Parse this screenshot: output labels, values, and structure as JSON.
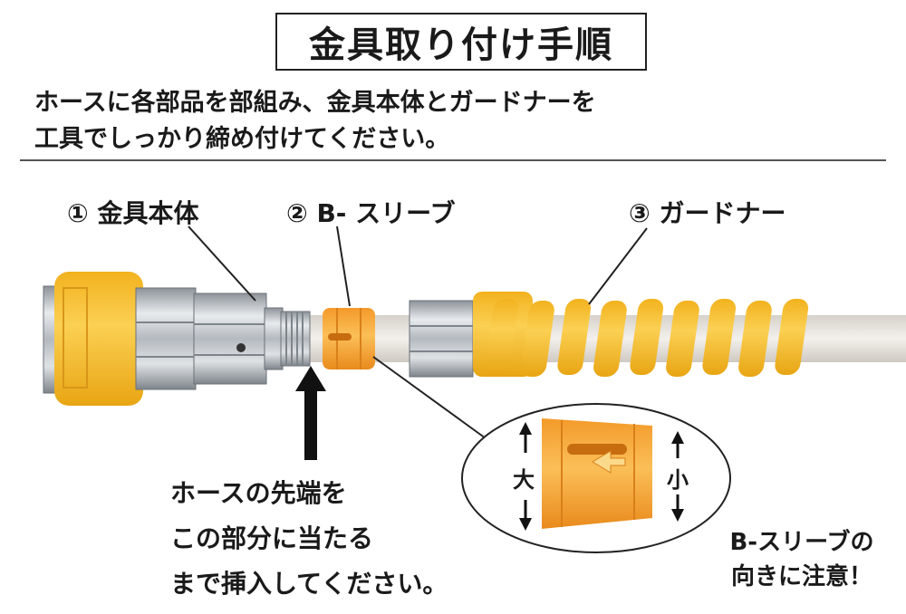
{
  "title": "金具取り付け手順",
  "instructions": [
    "ホースに各部品を部組み、金具本体とガードナーを",
    "工具でしっかり締め付けてください。"
  ],
  "parts": {
    "part1": "① 金具本体",
    "part2": "② B- スリーブ",
    "part3": "③ ガードナー"
  },
  "hose_note": [
    "ホースの先端を",
    "この部分に当たる",
    "まで挿入してください。"
  ],
  "sleeve_note": [
    "B-スリーブの",
    "向きに注意！"
  ],
  "detail": {
    "large_label": "大",
    "small_label": "小"
  },
  "colors": {
    "orange": "#F5A623",
    "yellow": "#F7C12E",
    "steel": "#B9BEC4",
    "hose": "#E6E2DC"
  }
}
